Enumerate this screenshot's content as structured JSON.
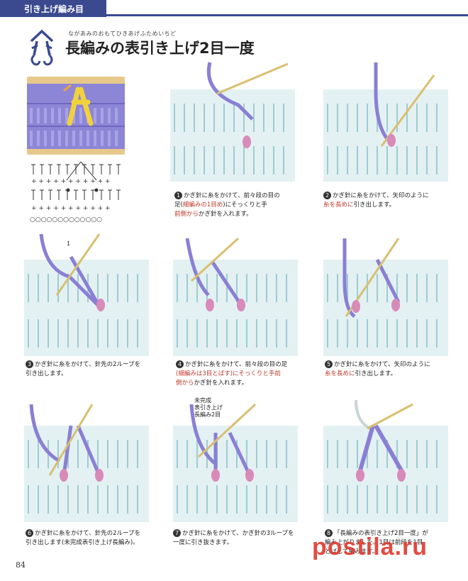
{
  "header": {
    "section": "引き上げ編み目"
  },
  "title": {
    "ruby": "ながあみのおもてひきあげふためいちど",
    "text": "長編みの表引き上げ2目一度"
  },
  "steps": [
    {
      "num": "1",
      "l1": "かぎ針に糸をかけて、前々段の目の",
      "l2a": "足(",
      "l2red": "細編みの1目め",
      "l2b": ")にそっくりと手",
      "l3red": "前側から",
      "l3b": "かぎ針を入れます。"
    },
    {
      "num": "2",
      "l1": "かぎ針に糸をかけて、矢印のように",
      "l2red": "糸を長めに",
      "l2b": "引き出します。"
    },
    {
      "num": "3",
      "l1": "かぎ針に糸をかけて、針先の2ループを",
      "l2": "引き出します。"
    },
    {
      "num": "4",
      "l1": "かぎ針に糸をかけて、前々段の目の足",
      "l2red": "(細編みは3目とばす)にそっくりと手前",
      "l3red": "側から",
      "l3b": "かぎ針を入れます。"
    },
    {
      "num": "5",
      "l1": "かぎ針に糸をかけて、矢印のように",
      "l2red": "糸を長めに",
      "l2b": "引き出します。"
    },
    {
      "num": "6",
      "l1": "かぎ針に糸をかけて、針先の2ループを",
      "l2": "引き出します(未完成表引き上げ長編み)。"
    },
    {
      "num": "7",
      "l1": "かぎ針に糸をかけて、かぎ針の3ループを",
      "l2": "一度に引き抜きます。"
    },
    {
      "num": "8",
      "l1": "「長編みの表引き上げ2目一度」が",
      "l2": "編み上がりました。1目は前段を1目",
      "l3": "とばして編みます。"
    }
  ],
  "step7_label": [
    "未完成",
    "表引き上げ",
    "長編み2目"
  ],
  "arrow_label": "1",
  "page_number": "84",
  "watermark": "postila.ru",
  "colors": {
    "header": "#3b4a8f",
    "yarn_base": "#cde7ea",
    "yarn_accent": "#8a7fd4",
    "loop_pink": "#d88ab8",
    "red_text": "#c0392b"
  }
}
